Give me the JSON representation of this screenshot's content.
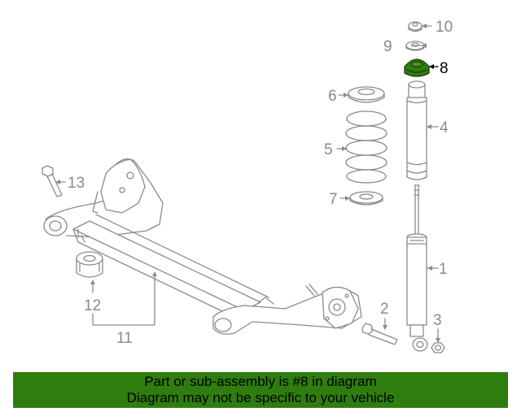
{
  "diagram": {
    "callouts": {
      "c1": "1",
      "c2": "2",
      "c3": "3",
      "c4": "4",
      "c5": "5",
      "c6": "6",
      "c7": "7",
      "c8": "8",
      "c9": "9",
      "c10": "10",
      "c11": "11",
      "c12": "12",
      "c13": "13"
    },
    "highlighted_part": "8",
    "highlight_color": "#2e7d0e",
    "line_color": "#8a8a8a"
  },
  "banner": {
    "line1": "Part or sub-assembly is #8 in diagram",
    "line2": "Diagram may not be specific to your vehicle",
    "background": "#2e7d0e"
  }
}
